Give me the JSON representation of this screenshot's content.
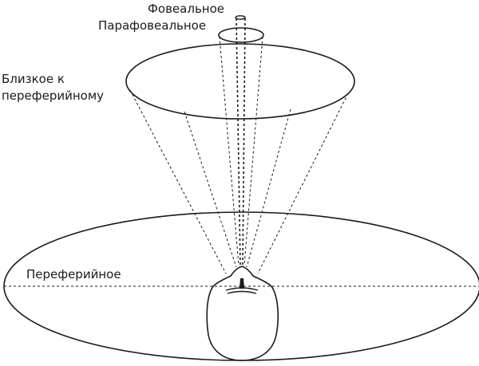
{
  "labels": {
    "foveal": "Фовеальное",
    "parafoveal": "Парафовеальное",
    "near_peripheral_line1": "Близкое к",
    "near_peripheral_line2": "переферийному",
    "peripheral": "Переферийное"
  }
}
